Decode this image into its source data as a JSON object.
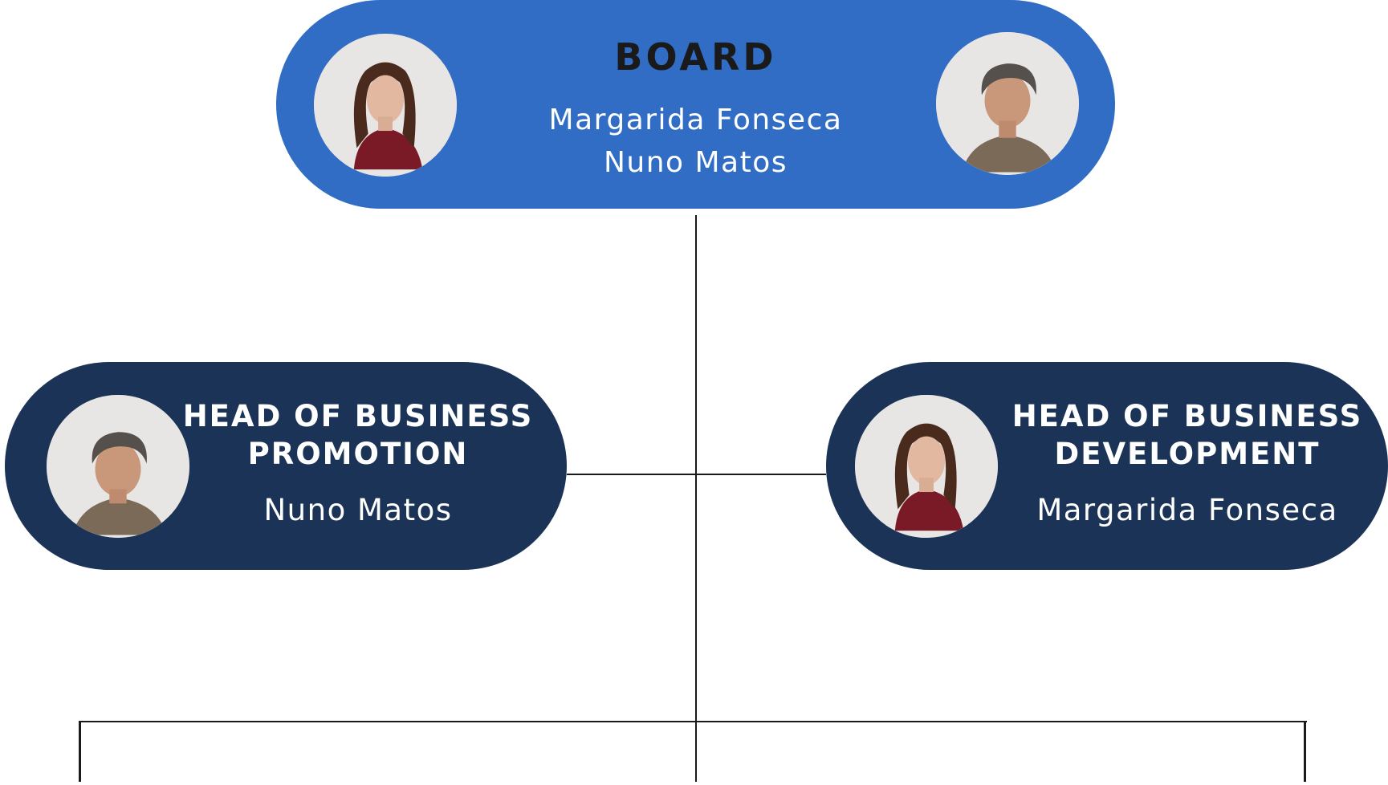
{
  "board": {
    "title": "BOARD",
    "members": [
      "Margarida Fonseca",
      "Nuno Matos"
    ]
  },
  "roles": [
    {
      "title": "HEAD OF BUSINESS\nPROMOTION",
      "name": "Nuno Matos"
    },
    {
      "title": "HEAD OF BUSINESS\nDEVELOPMENT",
      "name": "Margarida Fonseca"
    }
  ],
  "colors": {
    "board_fill": "#316dc4",
    "role_fill": "#1b3356",
    "connector": "#1a1a1a"
  }
}
